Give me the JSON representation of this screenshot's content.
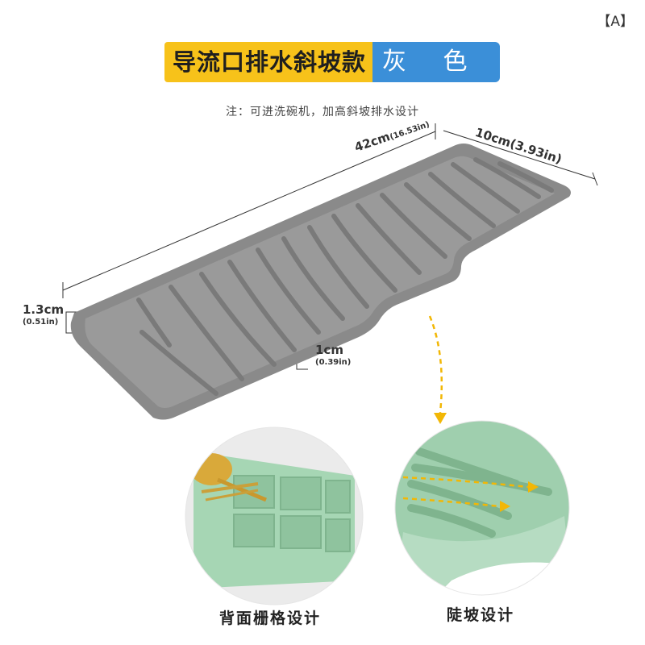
{
  "corner_tag": "【A】",
  "title": {
    "main": "导流口排水斜坡款",
    "color": "灰 色"
  },
  "note": "注：可进洗碗机，加高斜坡排水设计",
  "dimensions": {
    "length_big": "42cm",
    "length_small": "(16.53in)",
    "width": "10cm(3.93in)",
    "height_big": "1.3cm",
    "height_small": "(0.51in)",
    "lip_big": "1cm",
    "lip_small": "(0.39in)"
  },
  "captions": {
    "left": "背面栅格设计",
    "right": "陡坡设计"
  },
  "colors": {
    "title_yellow": "#f7c21a",
    "title_blue": "#3b8fd8",
    "mat_gray": "#8d8d8d",
    "mat_green": "#9fcfae",
    "arrow_yellow": "#f2b705"
  }
}
